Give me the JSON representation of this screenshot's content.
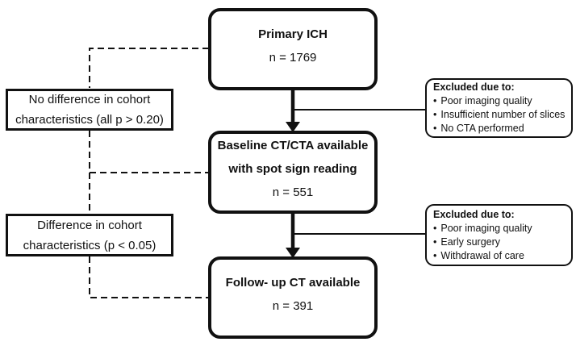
{
  "colors": {
    "ink": "#111111",
    "background": "#ffffff"
  },
  "flow": {
    "primary": {
      "title": "Primary ICH",
      "count": "n = 1769"
    },
    "baseline": {
      "title_line1": "Baseline CT/CTA available",
      "title_line2": "with spot sign reading",
      "count": "n = 551"
    },
    "followup": {
      "title": "Follow- up CT available",
      "count": "n = 391"
    }
  },
  "cohort_notes": {
    "top": {
      "line1": "No difference in cohort",
      "line2": "characteristics (all p > 0.20)"
    },
    "bottom": {
      "line1": "Difference in cohort",
      "line2": "characteristics (p < 0.05)"
    }
  },
  "exclusions": {
    "bullet": "•",
    "after_primary": {
      "header": "Excluded due to:",
      "items": [
        "Poor imaging quality",
        "Insufficient number of slices",
        "No CTA performed"
      ]
    },
    "after_baseline": {
      "header": "Excluded due to:",
      "items": [
        "Poor imaging quality",
        "Early surgery",
        "Withdrawal of care"
      ]
    }
  }
}
